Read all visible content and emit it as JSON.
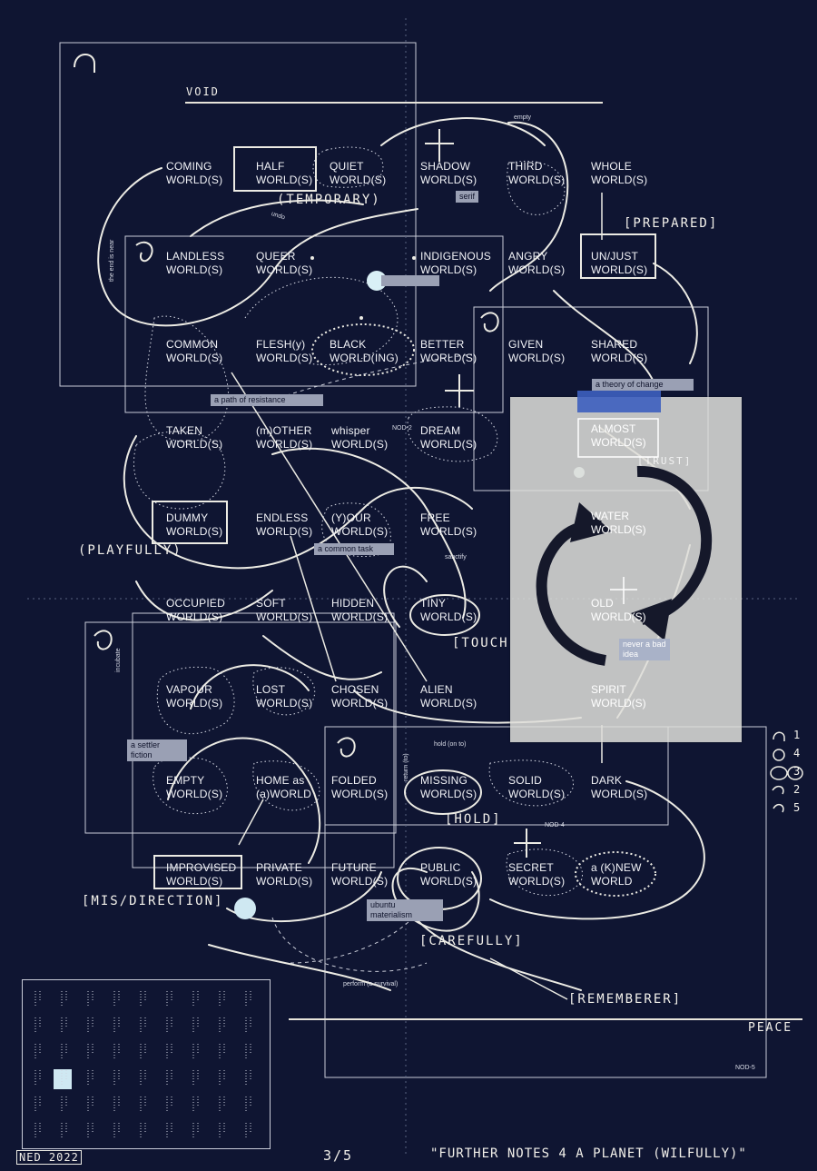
{
  "title_text": "\"FURTHER NOTES 4 A PLANET (WILFULLY)\"",
  "edition": "3/5",
  "signature": "NED 2022",
  "header_words": {
    "void": "VOID",
    "peace": "PEACE"
  },
  "worlds": [
    {
      "id": "coming",
      "line1": "COMING",
      "line2": "WORLD(S)"
    },
    {
      "id": "half",
      "line1": "HALF",
      "line2": "WORLD(S)"
    },
    {
      "id": "quiet",
      "line1": "QUIET",
      "line2": "WORLD(S)"
    },
    {
      "id": "shadow",
      "line1": "SHADOW",
      "line2": "WORLD(S)"
    },
    {
      "id": "third",
      "line1": "THIRD",
      "line2": "WORLD(S)"
    },
    {
      "id": "whole",
      "line1": "WHOLE",
      "line2": "WORLD(S)"
    },
    {
      "id": "landless",
      "line1": "LANDLESS",
      "line2": "WORLD(S)"
    },
    {
      "id": "queer",
      "line1": "QUEER",
      "line2": "WORLD(S)"
    },
    {
      "id": "indigenous",
      "line1": "INDIGENOUS",
      "line2": "WORLD(S)"
    },
    {
      "id": "angry",
      "line1": "ANGRY",
      "line2": "WORLD(S)"
    },
    {
      "id": "unjust",
      "line1": "UN/JUST",
      "line2": "WORLD(S)"
    },
    {
      "id": "common",
      "line1": "COMMON",
      "line2": "WORLD(S)"
    },
    {
      "id": "flesh",
      "line1": "FLESH(y)",
      "line2": "WORLD(S)"
    },
    {
      "id": "black",
      "line1": "BLACK",
      "line2": "WORLD(ING)"
    },
    {
      "id": "better",
      "line1": "BETTER",
      "line2": "WORLD(S)"
    },
    {
      "id": "given",
      "line1": "GIVEN",
      "line2": "WORLD(S)"
    },
    {
      "id": "shared",
      "line1": "SHARED",
      "line2": "WORLD(S)"
    },
    {
      "id": "taken",
      "line1": "TAKEN",
      "line2": "WORLD(S)"
    },
    {
      "id": "mother",
      "line1": "(m)OTHER",
      "line2": "WORLD(S)"
    },
    {
      "id": "whisper",
      "line1": "whisper",
      "line2": "WORLD(S)"
    },
    {
      "id": "dream",
      "line1": "DREAM",
      "line2": "WORLD(S)"
    },
    {
      "id": "dummy",
      "line1": "DUMMY",
      "line2": "WORLD(S)"
    },
    {
      "id": "endless",
      "line1": "ENDLESS",
      "line2": "WORLD(S)"
    },
    {
      "id": "your",
      "line1": "(Y)OUR",
      "line2": "WORLD(S)"
    },
    {
      "id": "free",
      "line1": "FREE",
      "line2": "WORLD(S)"
    },
    {
      "id": "occupied",
      "line1": "OCCUPIED",
      "line2": "WORLD(S)"
    },
    {
      "id": "soft",
      "line1": "SOFT",
      "line2": "WORLD(S)"
    },
    {
      "id": "hidden",
      "line1": "HIDDEN",
      "line2": "WORLD(S)"
    },
    {
      "id": "tiny",
      "line1": "TINY",
      "line2": "WORLD(S)"
    },
    {
      "id": "vapour",
      "line1": "VAPOUR",
      "line2": "WORLD(S)"
    },
    {
      "id": "lost",
      "line1": "LOST",
      "line2": "WORLD(S)"
    },
    {
      "id": "chosen",
      "line1": "CHOSEN",
      "line2": "WORLD(S)"
    },
    {
      "id": "alien",
      "line1": "ALIEN",
      "line2": "WORLD(S)"
    },
    {
      "id": "empty",
      "line1": "EMPTY",
      "line2": "WORLD(S)"
    },
    {
      "id": "home",
      "line1": "HOME as",
      "line2": "(a)WORLD"
    },
    {
      "id": "folded",
      "line1": "FOLDED",
      "line2": "WORLD(S)"
    },
    {
      "id": "missing",
      "line1": "MISSING",
      "line2": "WORLD(S)"
    },
    {
      "id": "solid",
      "line1": "SOLID",
      "line2": "WORLD(S)"
    },
    {
      "id": "dark",
      "line1": "DARK",
      "line2": "WORLD(S)"
    },
    {
      "id": "improvised",
      "line1": "IMPROVISED",
      "line2": "WORLD(S)"
    },
    {
      "id": "private",
      "line1": "PRIVATE",
      "line2": "WORLD(S)"
    },
    {
      "id": "future",
      "line1": "FUTURE",
      "line2": "WORLD(S)"
    },
    {
      "id": "public",
      "line1": "PUBLIC",
      "line2": "WORLD(S)"
    },
    {
      "id": "secret",
      "line1": "SECRET",
      "line2": "WORLD(S)"
    },
    {
      "id": "knew",
      "line1": "a (K)NEW",
      "line2": "WORLD"
    }
  ],
  "overlay_worlds": [
    {
      "id": "almost",
      "line1": "ALMOST",
      "line2": "WORLD(S)"
    },
    {
      "id": "water",
      "line1": "WATER",
      "line2": "WORLD(S)"
    },
    {
      "id": "old",
      "line1": "OLD",
      "line2": "WORLD(S)"
    },
    {
      "id": "spirit",
      "line1": "SPIRIT",
      "line2": "WORLD(S)"
    }
  ],
  "hand_labels": {
    "temporary": "(TEMPORARY)",
    "prepared": "[PREPARED]",
    "playfully": "(PLAYFULLY)",
    "touch": "[TOUCH",
    "hold": "[HOLD]",
    "misdirection": "[MIS/DIRECTION]",
    "carefully": "[CAREFULLY]",
    "rememberer": "[REMEMBERER]",
    "trust": "[TRUST]"
  },
  "tags": {
    "serif": "serif",
    "path": "a path of resistance",
    "theory": "a theory of change",
    "common_task": "a common task",
    "never": "never a bad idea",
    "settler": "a settler fiction",
    "ubuntu": "ubuntu materialism"
  },
  "small_notes": {
    "empty_note": "empty",
    "perform": "perform (a survival)",
    "hold_on": "hold (on to)",
    "return": "return (to)",
    "sanctify": "sanctify",
    "incubate": "incubate",
    "undo": "undo",
    "end_is_near": "the end is near",
    "nod2": "NOD-2",
    "nod4": "NOD-4",
    "nod5": "NOD-5"
  },
  "legend_numbers": [
    "1",
    "4",
    "3",
    "2",
    "5"
  ]
}
